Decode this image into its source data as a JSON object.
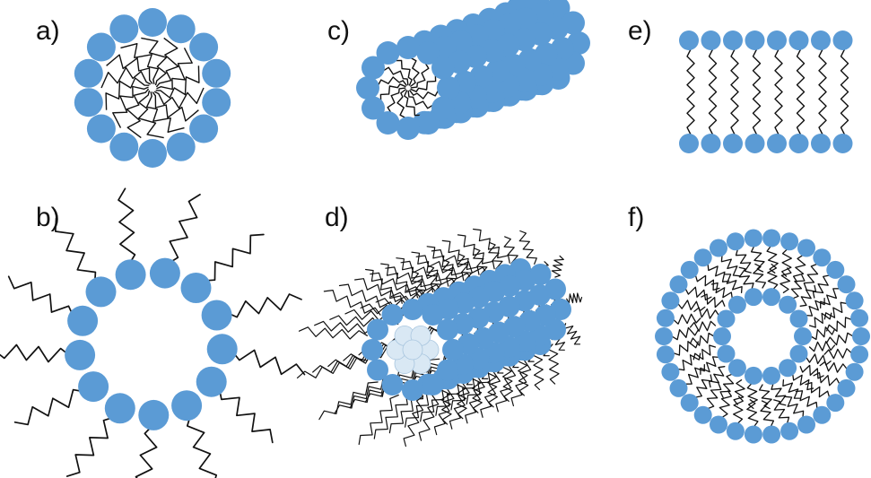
{
  "colors": {
    "head": "#5b9bd5",
    "head_light": "#d9e8f4",
    "tail": "#111111",
    "background": "#ffffff"
  },
  "panels": [
    {
      "id": "a",
      "label": "a)",
      "structure": "spherical-micelle"
    },
    {
      "id": "b",
      "label": "b)",
      "structure": "reverse-micelle"
    },
    {
      "id": "c",
      "label": "c)",
      "structure": "cylindrical-micelle"
    },
    {
      "id": "d",
      "label": "d)",
      "structure": "reverse-cylindrical-micelle"
    },
    {
      "id": "e",
      "label": "e)",
      "structure": "bilayer"
    },
    {
      "id": "f",
      "label": "f)",
      "structure": "vesicle"
    }
  ]
}
